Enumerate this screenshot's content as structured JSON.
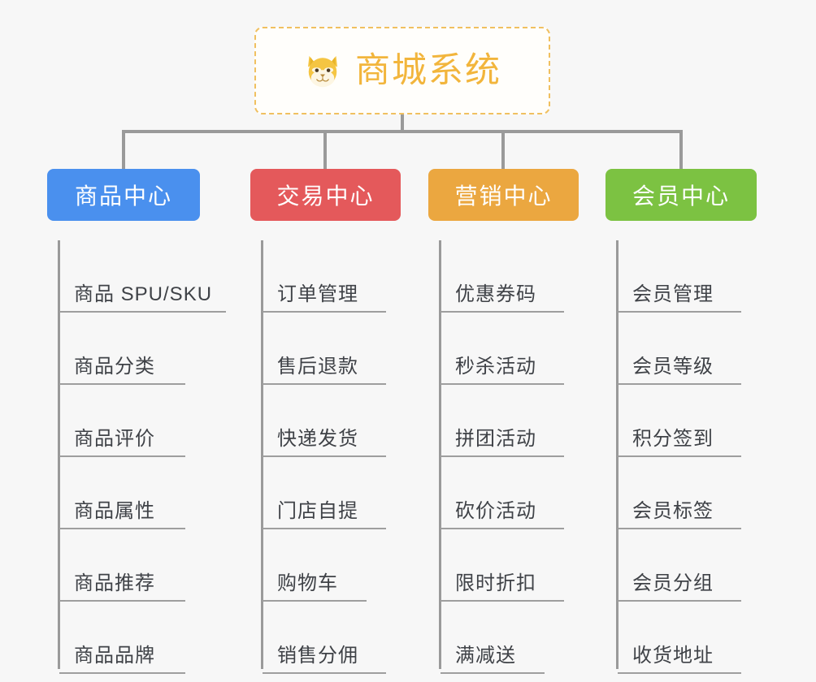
{
  "root": {
    "icon": "shiba-dog-face-emoji",
    "title": "商城系统",
    "accent_color": "#f2b53c",
    "border_style": "dashed"
  },
  "connector_color": "#9a9a9a",
  "background_color": "#f7f7f7",
  "columns": [
    {
      "title": "商品中心",
      "color": "#4a90ee",
      "items": [
        "商品 SPU/SKU",
        "商品分类",
        "商品评价",
        "商品属性",
        "商品推荐",
        "商品品牌"
      ]
    },
    {
      "title": "交易中心",
      "color": "#e4595b",
      "items": [
        "订单管理",
        "售后退款",
        "快递发货",
        "门店自提",
        "购物车",
        "销售分佣"
      ]
    },
    {
      "title": "营销中心",
      "color": "#eba740",
      "items": [
        "优惠券码",
        "秒杀活动",
        "拼团活动",
        "砍价活动",
        "限时折扣",
        "满减送"
      ]
    },
    {
      "title": "会员中心",
      "color": "#7cc242",
      "items": [
        "会员管理",
        "会员等级",
        "积分签到",
        "会员标签",
        "会员分组",
        "收货地址"
      ]
    }
  ]
}
